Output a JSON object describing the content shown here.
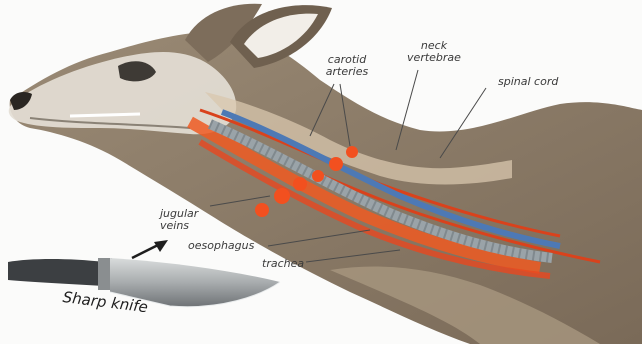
{
  "labels": {
    "carotid_arteries": "carotid\narteries",
    "neck_vertebrae": "neck\nvertebrae",
    "spinal_cord": "spinal cord",
    "jugular_veins": "jugular\nveins",
    "oesophagus": "oesophagus",
    "trachea": "trachea",
    "knife": "Sharp knife"
  },
  "colors": {
    "fur": "#8b7a66",
    "fur_light": "#bfb09c",
    "skull": "#e2dcd3",
    "vessel_red": "#e8471f",
    "vessel_orange": "#f26a2a",
    "vein_blue": "#4d79b5",
    "trachea_grey": "#9aa3a8",
    "text": "#3a3a3a"
  }
}
